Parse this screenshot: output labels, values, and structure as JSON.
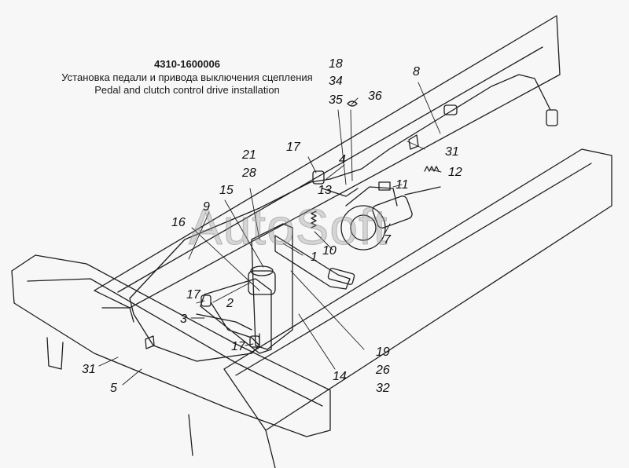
{
  "header": {
    "code": "4310-1600006",
    "title_ru": "Установка педали и привода выключения сцепления",
    "title_en": "Pedal and clutch control drive installation"
  },
  "watermark": "AutoSoft",
  "callouts": {
    "c18": "18",
    "c34": "34",
    "c35": "35",
    "c36": "36",
    "c8": "8",
    "c31a": "31",
    "c17a": "17",
    "c4": "4",
    "c21": "21",
    "c28": "28",
    "c12": "12",
    "c11": "11",
    "c13": "13",
    "c15": "15",
    "c9": "9",
    "c16": "16",
    "c7": "7",
    "c10": "10",
    "c1": "1",
    "c17b": "17",
    "c2": "2",
    "c3": "3",
    "c17c": "17",
    "c19": "19",
    "c26": "26",
    "c32": "32",
    "c14": "14",
    "c31b": "31",
    "c5": "5"
  },
  "colors": {
    "line": "#1e1e1e",
    "background": "#f7f7f7",
    "watermark": "#999999"
  }
}
